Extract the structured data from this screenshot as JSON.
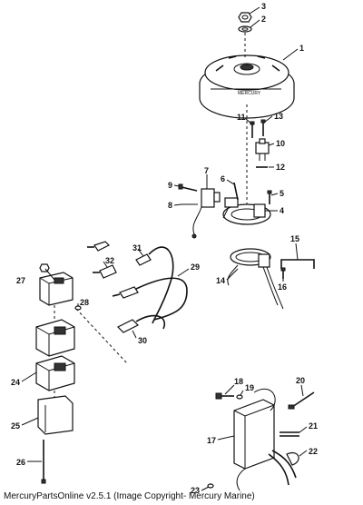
{
  "footer": {
    "copyright": "MercuryPartsOnline v2.5.1 (Image Copyright- Mercury Marine)"
  },
  "callouts": [
    {
      "id": "c1",
      "label": "1"
    },
    {
      "id": "c2",
      "label": "2"
    },
    {
      "id": "c3",
      "label": "3"
    },
    {
      "id": "c4",
      "label": "4"
    },
    {
      "id": "c5",
      "label": "5"
    },
    {
      "id": "c6",
      "label": "6"
    },
    {
      "id": "c7",
      "label": "7"
    },
    {
      "id": "c8",
      "label": "8"
    },
    {
      "id": "c9",
      "label": "9"
    },
    {
      "id": "c10",
      "label": "10"
    },
    {
      "id": "c11",
      "label": "11"
    },
    {
      "id": "c12",
      "label": "12"
    },
    {
      "id": "c13",
      "label": "13"
    },
    {
      "id": "c14",
      "label": "14"
    },
    {
      "id": "c15",
      "label": "15"
    },
    {
      "id": "c16",
      "label": "16"
    },
    {
      "id": "c17",
      "label": "17"
    },
    {
      "id": "c18",
      "label": "18"
    },
    {
      "id": "c19",
      "label": "19"
    },
    {
      "id": "c20",
      "label": "20"
    },
    {
      "id": "c21",
      "label": "21"
    },
    {
      "id": "c22",
      "label": "22"
    },
    {
      "id": "c23",
      "label": "23"
    },
    {
      "id": "c24",
      "label": "24"
    },
    {
      "id": "c25",
      "label": "25"
    },
    {
      "id": "c26",
      "label": "26"
    },
    {
      "id": "c27",
      "label": "27"
    },
    {
      "id": "c28",
      "label": "28"
    },
    {
      "id": "c29",
      "label": "29"
    },
    {
      "id": "c30",
      "label": "30"
    },
    {
      "id": "c31",
      "label": "31"
    },
    {
      "id": "c32",
      "label": "32"
    }
  ]
}
